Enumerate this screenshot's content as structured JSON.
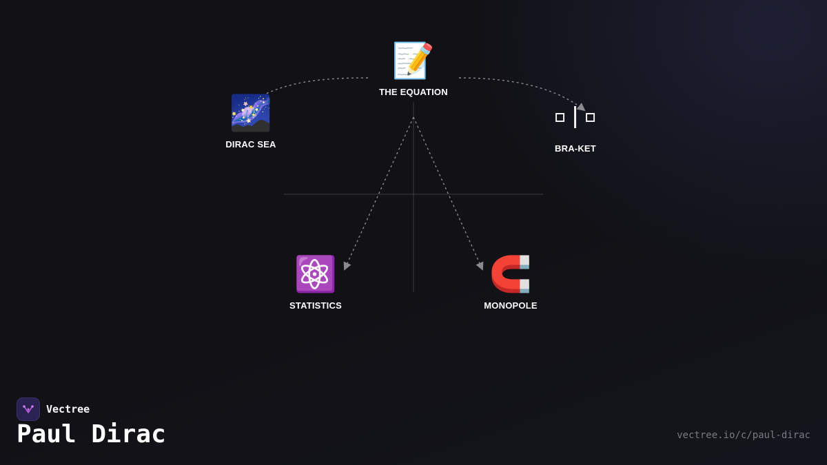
{
  "diagram": {
    "nodes": {
      "equation": {
        "label": "THE EQUATION",
        "icon": "memo-pencil-icon",
        "glyph": "📝"
      },
      "dirac_sea": {
        "label": "DIRAC SEA",
        "icon": "milky-way-icon",
        "glyph": "🌌"
      },
      "bra_ket": {
        "label": "BRA-KET",
        "icon": "bra-ket-notation-icon"
      },
      "statistics": {
        "label": "STATISTICS",
        "icon": "atom-icon",
        "glyph": "⚛️"
      },
      "monopole": {
        "label": "MONOPOLE",
        "icon": "magnet-icon",
        "glyph": "🧲"
      }
    },
    "edges": [
      {
        "from": "equation",
        "to": "dirac_sea"
      },
      {
        "from": "equation",
        "to": "bra_ket"
      },
      {
        "from": "equation",
        "to": "statistics"
      },
      {
        "from": "equation",
        "to": "monopole"
      }
    ]
  },
  "footer": {
    "brand_name": "Vectree",
    "title": "Paul Dirac",
    "url": "vectree.io/c/paul-dirac"
  },
  "colors": {
    "background": "#111116",
    "edge": "#8a8a8f",
    "axis": "#3a3a40",
    "logo_bg": "#2a2250",
    "logo_mark": "#b05ad8"
  }
}
